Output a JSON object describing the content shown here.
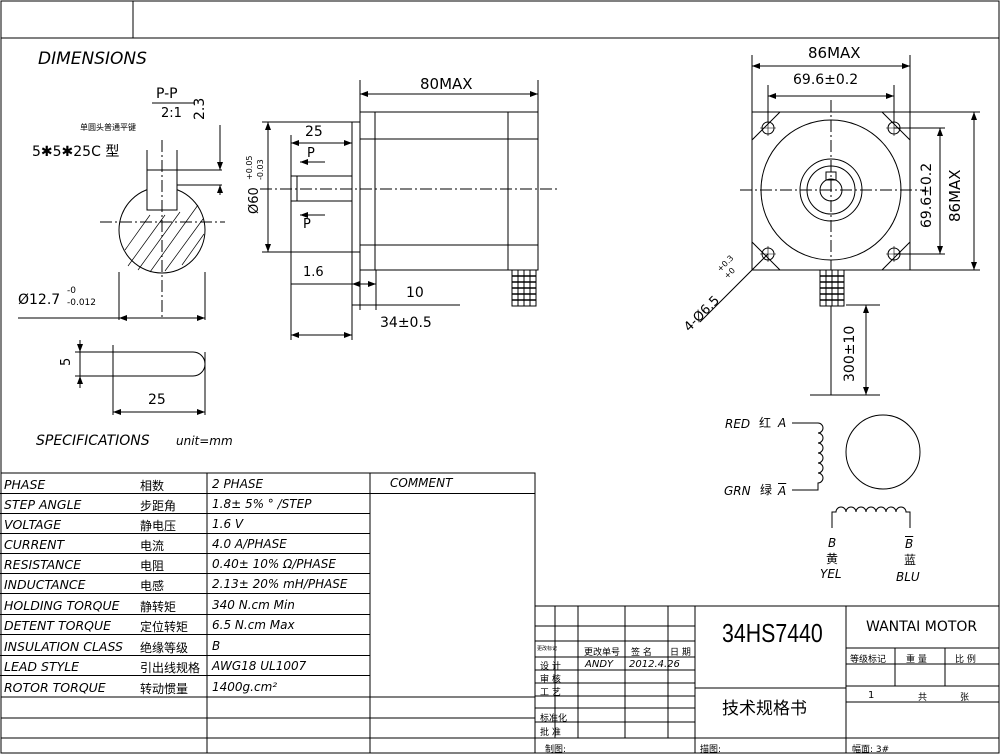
{
  "headings": {
    "dimensions": "DIMENSIONS",
    "specifications": "SPECIFICATIONS",
    "unit": "unit=mm"
  },
  "section": {
    "label": "P-P",
    "scale": "2:1",
    "note_cn": "单圆头普通平键",
    "key_spec": "5✱5✱25C 型"
  },
  "dims": {
    "dim_2_3": "2.3",
    "shaft_dia": "Ø12.7",
    "shaft_tol_upper": "-0",
    "shaft_tol_lower": "-0.012",
    "key_height": "5",
    "key_length": "25",
    "len_25": "25",
    "p_top": "P",
    "p_bot": "P",
    "pilot_dia": "Ø60",
    "pilot_tol_upper": "+0.05",
    "pilot_tol_lower": "-0.03",
    "body_len": "80MAX",
    "flange_thk": "1.6",
    "dim_10": "10",
    "dim_34": "34±0.5",
    "frame_86_top": "86MAX",
    "bolt_69_top": "69.6±0.2",
    "bolt_69_side": "69.6±0.2",
    "frame_86_side": "86MAX",
    "holes": "4-Ø6.5",
    "holes_tol_upper": "+0.3",
    "holes_tol_lower": "+0",
    "lead_len": "300±10"
  },
  "wiring": {
    "red": "RED",
    "red_cn": "红",
    "a": "A",
    "grn": "GRN",
    "grn_cn": "绿",
    "a_bar": "A",
    "b": "B",
    "b_bar": "B",
    "yel_cn": "黄",
    "yel": "YEL",
    "blu_cn": "蓝",
    "blu": "BLU"
  },
  "spec_table": {
    "comment_header": "COMMENT",
    "rows": [
      {
        "en": "PHASE",
        "cn": "相数",
        "val": "2  PHASE"
      },
      {
        "en": "STEP ANGLE",
        "cn": "步距角",
        "val": "1.8± 5% ° /STEP"
      },
      {
        "en": "VOLTAGE",
        "cn": "静电压",
        "val": "1.6 V"
      },
      {
        "en": "CURRENT",
        "cn": "电流",
        "val": "4.0 A/PHASE"
      },
      {
        "en": "RESISTANCE",
        "cn": "电阻",
        "val": "0.40± 10%  Ω/PHASE"
      },
      {
        "en": "INDUCTANCE",
        "cn": "电感",
        "val": "2.13± 20% mH/PHASE"
      },
      {
        "en": "HOLDING TORQUE",
        "cn": "静转矩",
        "val": "340  N.cm Min"
      },
      {
        "en": "DETENT TORQUE",
        "cn": "定位转矩",
        "val": "6.5 N.cm Max"
      },
      {
        "en": "INSULATION CLASS",
        "cn": "绝缘等级",
        "val": "B"
      },
      {
        "en": "LEAD STYLE",
        "cn": "引出线规格",
        "val": "AWG18 UL1007"
      },
      {
        "en": "ROTOR TORQUE",
        "cn": "转动惯量",
        "val": "1400g.cm²"
      }
    ]
  },
  "title_block": {
    "model": "34HS7440",
    "company": "WANTAI MOTOR",
    "doc_title": "技术规格书",
    "change_mark": "更改标记",
    "change_no": "更改单号",
    "sign": "签  名",
    "date": "日  期",
    "design": "设    计",
    "designer": "ANDY",
    "design_date": "2012.4.26",
    "review": "审    核",
    "process": "工    艺",
    "standard": "标准化",
    "approve": "批    准",
    "stage_mark": "等级标记",
    "weight": "重   量",
    "ratio": "比   例",
    "sheet_no": "1",
    "total": "共",
    "sheets": "张",
    "drawn": "制图:",
    "traced": "描图:",
    "format": "幅面: 3#"
  }
}
